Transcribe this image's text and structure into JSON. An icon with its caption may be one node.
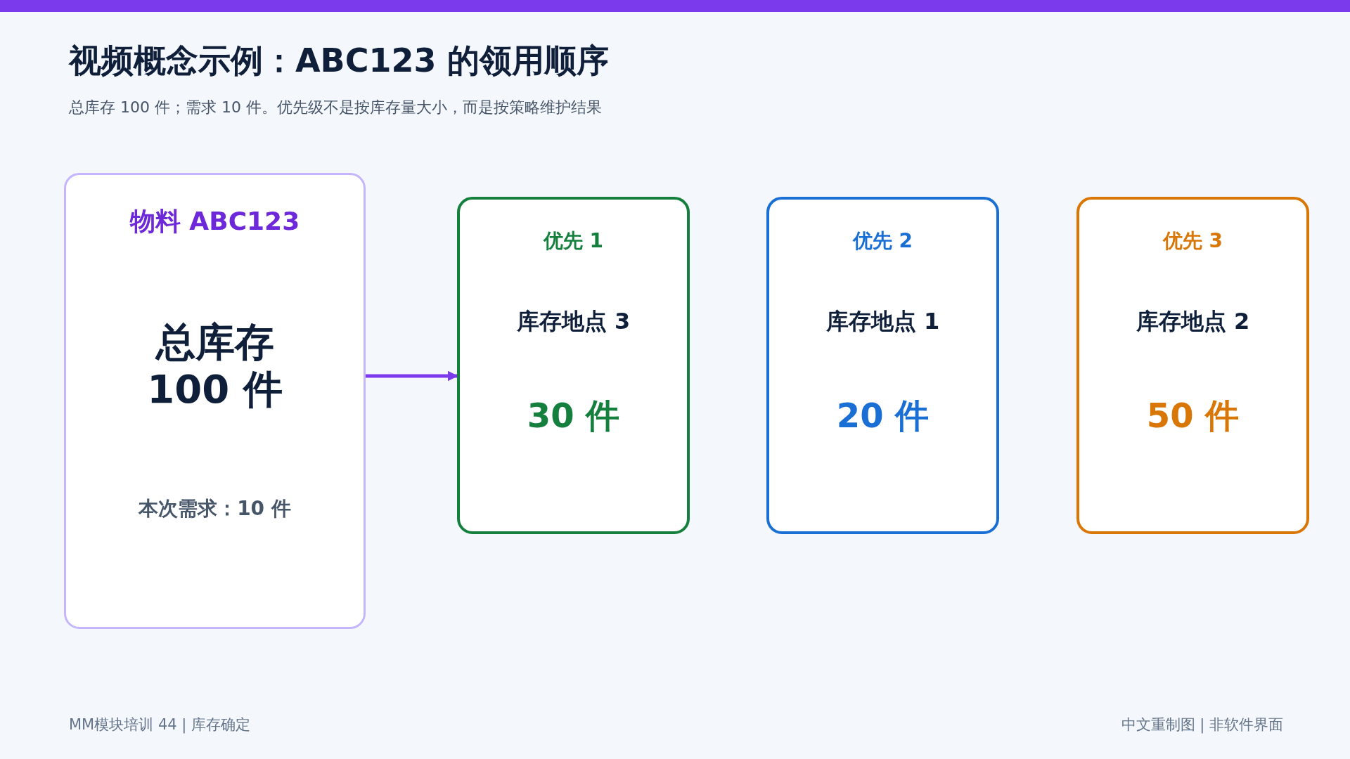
{
  "diagram": {
    "title": "视频概念示例：ABC123 的领用顺序",
    "nodes": [
      {
        "text": [
          "物料 ABC123",
          "总库存 100 件",
          "本次需求：10 件"
        ]
      },
      {
        "text": [
          "优先 1",
          "库存地点 3",
          "30 件"
        ]
      },
      {
        "text": [
          "优先 2",
          "库存地点 1",
          "20 件"
        ]
      },
      {
        "text": [
          "优先 3",
          "库存地点 2",
          "50 件"
        ]
      }
    ],
    "edges": [
      {
        "from": 0,
        "to": 1,
        "arrow": "to"
      }
    ],
    "labels": [
      "总库存 100 件；需求 10 件。优先级不是按库存量大小，而是按策略维护结果",
      "MM模块培训 44 | 库存确定",
      "中文重制图 | 非软件界面"
    ]
  }
}
